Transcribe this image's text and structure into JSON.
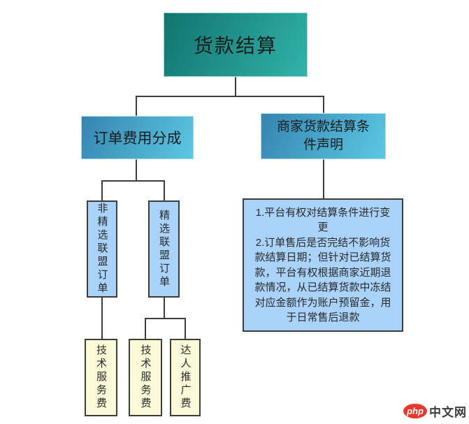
{
  "flowchart": {
    "root": {
      "label": "货款结算"
    },
    "order_split": {
      "label": "订单费用分成"
    },
    "statement": {
      "label": "商家货款结算条件声明"
    },
    "order_types": [
      {
        "label": "非精选联盟订单"
      },
      {
        "label": "精选联盟订单"
      }
    ],
    "note": {
      "items": [
        "1.平台有权对结算条件进行变更",
        "2.订单售后是否完结不影响货款结算日期；但针对已结算货款，平台有权根据商家近期退款情况，从已结算货款中冻结对应金额作为账户预留金，用于日常售后退款"
      ]
    },
    "fees": [
      {
        "label": "技术服务费"
      },
      {
        "label": "技术服务费"
      },
      {
        "label": "达人推广费"
      }
    ]
  },
  "watermark": {
    "badge": "php",
    "site": "中文网"
  },
  "colors": {
    "teal_start": "#11736e",
    "teal_end": "#31b3a9",
    "blue_start": "#3584b0",
    "blue_end": "#5cc8e3",
    "node_fill": "#a9d3fa",
    "fee_fill": "#fafad8",
    "line_color": "#3d3d3d",
    "logo_red": "#e8382e"
  }
}
